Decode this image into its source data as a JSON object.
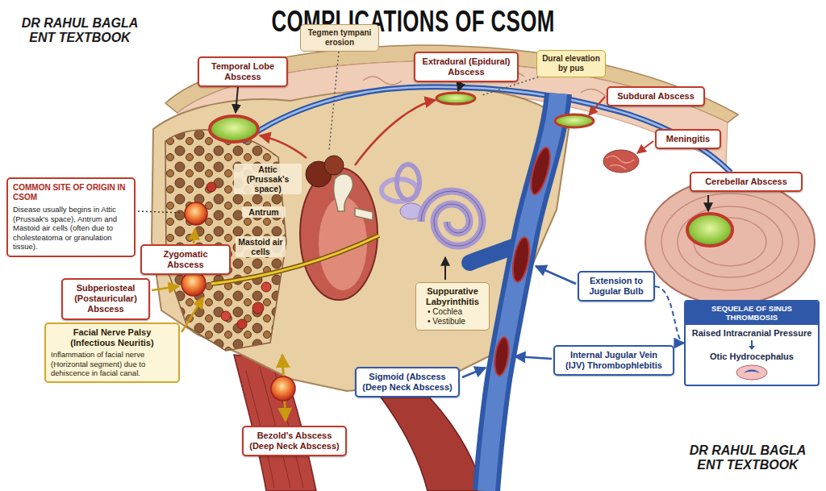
{
  "diagram": {
    "title": "COMPLICATIONS OF CSOM",
    "nodes": [
      {
        "text": [
          "Temporal Lobe Abscess"
        ]
      },
      {
        "text": [
          "Tegmen tympani erosion"
        ]
      },
      {
        "text": [
          "Extradural (Epidural) Abscess"
        ]
      },
      {
        "text": [
          "Dural elevation by pus"
        ]
      },
      {
        "text": [
          "Subdural Abscess"
        ]
      },
      {
        "text": [
          "Meningitis"
        ]
      },
      {
        "text": [
          "Cerebellar Abscess"
        ]
      },
      {
        "text": [
          "COMMON SITE OF ORIGIN IN CSOM",
          "Disease usually begins in Attic (Prussak's space), Antrum and Mastoid air cells (often due to cholesteatoma or granulation tissue)."
        ]
      },
      {
        "text": [
          "Zygomatic Abscess"
        ]
      },
      {
        "text": [
          "Subperiosteal (Postauricular) Abscess"
        ]
      },
      {
        "text": [
          "Extension to Jugular Bulb"
        ]
      },
      {
        "text": [
          "Suppurative Labyrinthitis",
          "• Cochlea",
          "• Vestibule"
        ]
      },
      {
        "text": [
          "SEQUELAE OF SINUS THROMBOSIS",
          "Raised Intracranial Pressure",
          "Otic Hydrocephalus"
        ]
      },
      {
        "text": [
          "Facial Nerve Palsy (Infectious Neuritis)",
          "Inflammation of facial nerve (Horizontal segment) due to dehiscence in facial canal."
        ]
      },
      {
        "text": [
          "Internal Jugular Vein (IJV) Thrombophlebitis"
        ]
      },
      {
        "text": [
          "Sigmoid (Abscess (Deep Neck Abscess)"
        ]
      },
      {
        "text": [
          "Bezold's Abscess (Deep Neck Abscess)"
        ]
      }
    ],
    "edges": [
      {
        "from": 10,
        "to": 12,
        "arrow": "to"
      }
    ],
    "labels": [
      "Attic (Prussak's space)",
      "Antrum",
      "Mastoid air cells",
      "DR RAHUL BAGLA ENT TEXTBOOK",
      "DR RAHUL BAGLA ENT TEXTBOOK"
    ]
  }
}
